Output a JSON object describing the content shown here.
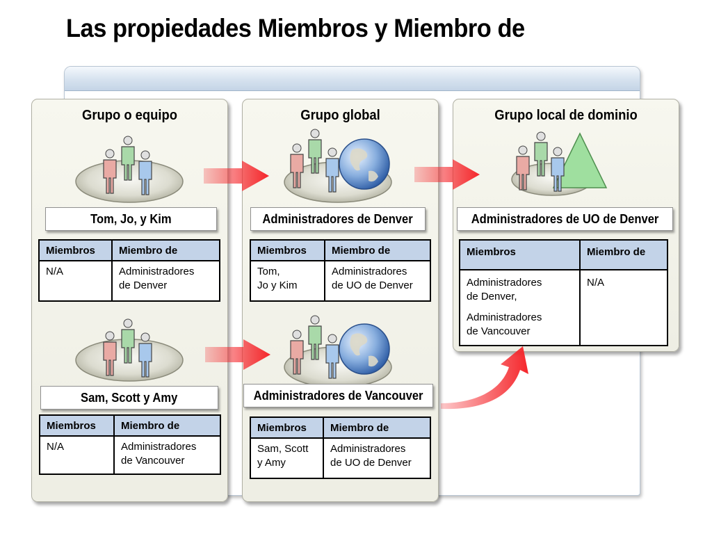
{
  "title": "Las propiedades Miembros y Miembro de",
  "panels": {
    "team": {
      "heading": "Grupo o equipo",
      "group1": {
        "label": "Tom, Jo, y Kim",
        "table": {
          "col1": "Miembros",
          "col2": "Miembro de",
          "members": [
            "N/A"
          ],
          "member_of": [
            "Administradores",
            "de Denver"
          ]
        }
      },
      "group2": {
        "label": "Sam, Scott y Amy",
        "table": {
          "col1": "Miembros",
          "col2": "Miembro de",
          "members": [
            "N/A"
          ],
          "member_of": [
            "Administradores",
            "de Vancouver"
          ]
        }
      }
    },
    "global": {
      "heading": "Grupo global",
      "group1": {
        "label": "Administradores de Denver",
        "table": {
          "col1": "Miembros",
          "col2": "Miembro de",
          "members": [
            "Tom,",
            "Jo y Kim"
          ],
          "member_of": [
            "Administradores",
            "de UO de Denver"
          ]
        }
      },
      "group2": {
        "label": "Administradores de Vancouver",
        "table": {
          "col1": "Miembros",
          "col2": "Miembro de",
          "members": [
            "Sam, Scott",
            "y Amy"
          ],
          "member_of": [
            "Administradores",
            "de UO de Denver"
          ]
        }
      }
    },
    "domain_local": {
      "heading": "Grupo local de dominio",
      "group1": {
        "label": "Administradores de UO de Denver",
        "table": {
          "col1": "Miembros",
          "col2": "Miembro de",
          "members_a": [
            "Administradores",
            "de Denver,"
          ],
          "members_b": [
            "Administradores",
            "de Vancouver"
          ],
          "member_of": [
            "N/A"
          ]
        }
      }
    }
  },
  "colors": {
    "arrow": "#f5262b",
    "table_header": "#c3d3e8",
    "panel": "#efefe6",
    "person_pink": "#e9aaa4",
    "person_green": "#a9d9a9",
    "person_blue": "#a8c8ec",
    "triangle": "#9fdf9f"
  },
  "icons": [
    "people-group-icon",
    "globe-icon",
    "triangle-icon",
    "arrow-right-icon",
    "curved-arrow-icon"
  ]
}
